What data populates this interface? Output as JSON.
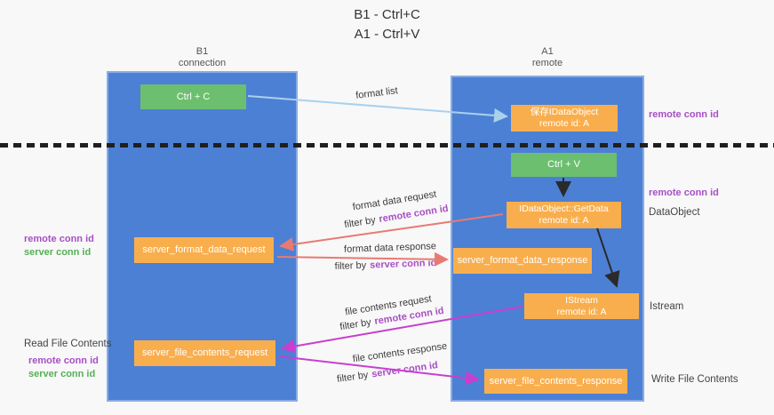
{
  "title": {
    "line1": "B1 - Ctrl+C",
    "line2": "A1 - Ctrl+V"
  },
  "lanes": {
    "left": {
      "header_line1": "B1",
      "header_line2": "connection"
    },
    "right": {
      "header_line1": "A1",
      "header_line2": "remote"
    }
  },
  "boxes": {
    "ctrl_c": "Ctrl + C",
    "ctrl_v": "Ctrl + V",
    "save_dataobject": {
      "line1": "保存IDataObject",
      "line2": "remote id: A"
    },
    "getdata": {
      "line1": "IDataObject::GetData",
      "line2": "remote id: A"
    },
    "istream": {
      "line1": "IStream",
      "line2": "remote id: A"
    },
    "format_request": "server_format_data_request",
    "format_response": "server_format_data_response",
    "file_request": "server_file_contents_request",
    "file_response": "server_file_contents_response"
  },
  "arrow_labels": {
    "format_list": "format list",
    "format_data_request": "format data request",
    "format_data_response": "format data response",
    "file_contents_request": "file contents request",
    "file_contents_response": "file contents response",
    "filter_by": "filter by",
    "remote_conn_id": "remote conn id",
    "server_conn_id": "server conn id"
  },
  "side_labels": {
    "remote_conn_id": "remote conn id",
    "server_conn_id": "server conn id",
    "read_file_contents": "Read File Contents",
    "write_file_contents": "Write File Contents",
    "dataobject": "DataObject",
    "istream": "Istream"
  },
  "colors": {
    "lane_blue": "#4c80d5",
    "box_orange": "#f9ae4d",
    "box_green": "#6cbf6e",
    "arrow_light_blue": "#a9d1ec",
    "arrow_salmon": "#e87a72",
    "arrow_magenta": "#c83fcf",
    "arrow_black": "#2a2a2a",
    "label_purple": "#a84fc5",
    "label_green": "#55b055"
  }
}
